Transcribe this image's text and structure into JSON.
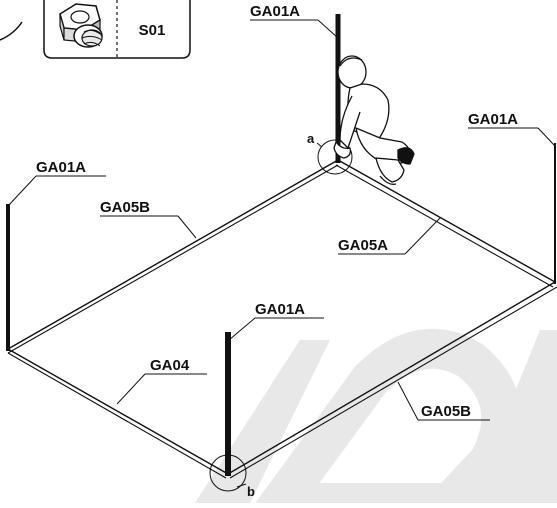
{
  "parts_box": {
    "icon": "nut-bolt-icon",
    "code": "S01"
  },
  "labels": {
    "post_back": "GA01A",
    "post_right": "GA01A",
    "post_left": "GA01A",
    "post_front": "GA01A",
    "rail_back_left": "GA05B",
    "rail_back_right": "GA05A",
    "rail_front_left": "GA04",
    "rail_front_right": "GA05B"
  },
  "callouts": {
    "detail_a": "a",
    "detail_b": "b"
  },
  "watermark": {
    "color": "#e6e6e6"
  }
}
